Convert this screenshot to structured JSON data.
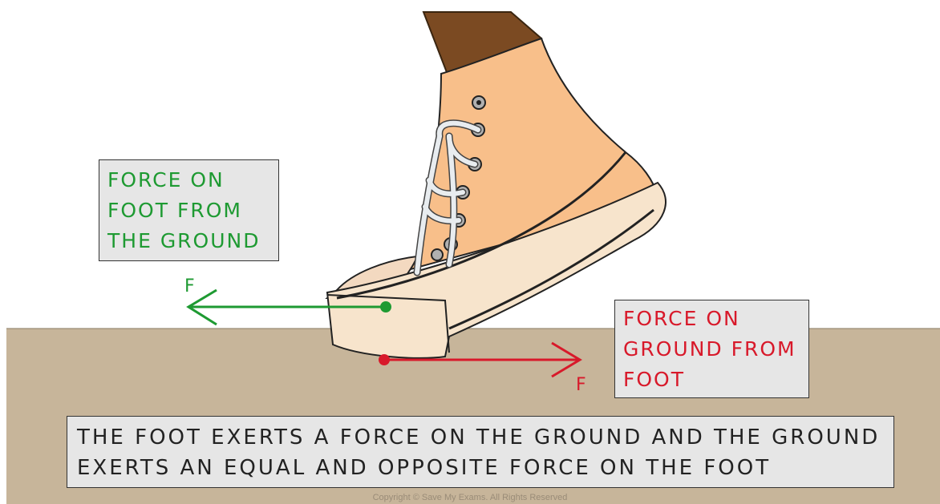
{
  "labels": {
    "foot_force": "FORCE ON\nFOOT FROM\nTHE GROUND",
    "ground_force": "FORCE ON\nGROUND FROM\nFOOT",
    "caption": "THE FOOT EXERTS A FORCE ON THE GROUND AND THE GROUND\nEXERTS AN EQUAL AND OPPOSITE FORCE ON THE FOOT",
    "force_symbol_left": "F",
    "force_symbol_right": "F",
    "copyright": "Copyright © Save My Exams. All Rights Reserved"
  },
  "colors": {
    "ground": "#c7b59a",
    "green_force": "#1e9a32",
    "red_force": "#d8192a",
    "shoe": "#f8bf8a",
    "sole": "#f7e4cc",
    "leg": "#7b4a22",
    "lace": "#e8ecef"
  }
}
